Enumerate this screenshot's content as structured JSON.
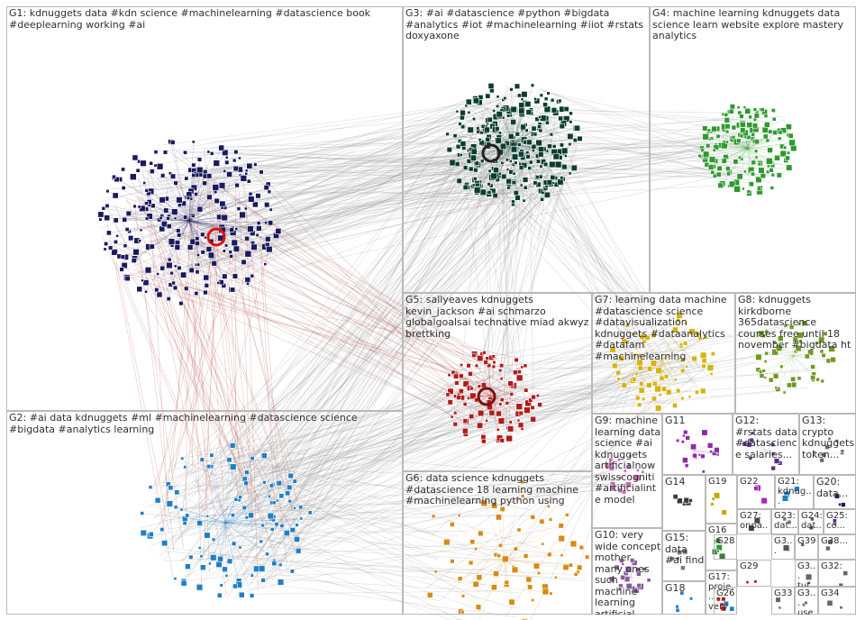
{
  "groups": [
    {
      "id": "G1",
      "label": "G1: kdnuggets data #kdn science #machinelearning #datascience book #deeplearning working #ai",
      "color": "#1a1a5e"
    },
    {
      "id": "G2",
      "label": "G2: #ai data kdnuggets #ml #machinelearning #datascience science #bigdata #analytics learning",
      "color": "#1f7fc7"
    },
    {
      "id": "G3",
      "label": "G3: #ai #datascience #python #bigdata #analytics #iot #machinelearning #iiot #rstats doxyaxone",
      "color": "#0c3d2e"
    },
    {
      "id": "G4",
      "label": "G4: machine learning kdnuggets data science learn website explore mastery analytics",
      "color": "#2e9a2e"
    },
    {
      "id": "G5",
      "label": "G5: sallyeaves kdnuggets kevin_jackson #ai schmarzo globalgoalsai technative miad akwyz brettking",
      "color": "#b01c1c"
    },
    {
      "id": "G6",
      "label": "G6: data science kdnuggets #datascience 18 learning machine #machinelearning python using",
      "color": "#d88a12"
    },
    {
      "id": "G7",
      "label": "G7: learning data machine #datascience science #datavisualization kdnuggets #dataanalytics #datafam #machinelearning",
      "color": "#d6b411"
    },
    {
      "id": "G8",
      "label": "G8: kdnuggets kirkdborne 365datascience courses free until 18 november #bigdata ht",
      "color": "#6e9a22"
    },
    {
      "id": "G9",
      "label": "G9: machine learning data science #ai kdnuggets artificialnow swisscogniti #artificialinte model",
      "color": "#c86bb0"
    },
    {
      "id": "G10",
      "label": "G10: very wide concept mother many ones such machine learning artificial",
      "color": "#8a5a9c"
    },
    {
      "id": "G11",
      "label": "G11",
      "color": "#8d2aa8"
    },
    {
      "id": "G12",
      "label": "G12: #rstats data #datascience salaries...",
      "color": "#5a2c8a"
    },
    {
      "id": "G13",
      "label": "G13: crypto kdnuggets token...",
      "color": "#6b6b6b"
    },
    {
      "id": "G14",
      "label": "G14",
      "color": "#3b3b3b"
    },
    {
      "id": "G15",
      "label": "G15: data #ai find",
      "color": "#7a7a7a"
    },
    {
      "id": "G16",
      "label": "G16",
      "color": "#3f7a3f"
    },
    {
      "id": "G17",
      "label": "G17: proje... very",
      "color": "#b01c1c"
    },
    {
      "id": "G18",
      "label": "G18",
      "color": "#1f7fc7"
    },
    {
      "id": "G19",
      "label": "G19",
      "color": "#c9a400"
    },
    {
      "id": "G20",
      "label": "G20: data...",
      "color": "#1a1a5e"
    },
    {
      "id": "G21",
      "label": "G21: kdnug...",
      "color": "#1f7fc7"
    },
    {
      "id": "G22",
      "label": "G22",
      "color": "#a22dbb"
    },
    {
      "id": "G23",
      "label": "G23: dat...",
      "color": "#777777"
    },
    {
      "id": "G24",
      "label": "G24: dat...",
      "color": "#555555"
    },
    {
      "id": "G25",
      "label": "G25: co...",
      "color": "#5a2c8a"
    },
    {
      "id": "G26",
      "label": "G26",
      "color": "#1f7fc7"
    },
    {
      "id": "G27",
      "label": "G27: onpa...",
      "color": "#444444"
    },
    {
      "id": "G28",
      "label": "G28",
      "color": "#2e9a2e"
    },
    {
      "id": "G29",
      "label": "G29",
      "color": "#b01c1c"
    },
    {
      "id": "G30",
      "label": "G3...",
      "color": "#555555"
    },
    {
      "id": "G31",
      "label": "G3... tut...",
      "color": "#666666"
    },
    {
      "id": "G32",
      "label": "G32:",
      "color": "#666666"
    },
    {
      "id": "G33",
      "label": "G33",
      "color": "#666666"
    },
    {
      "id": "G34",
      "label": "G34",
      "color": "#666666"
    },
    {
      "id": "G35",
      "label": "G3... use",
      "color": "#666666"
    },
    {
      "id": "G38",
      "label": "G38...",
      "color": "#666666"
    },
    {
      "id": "G39",
      "label": "G39",
      "color": "#666666"
    }
  ],
  "colors": {
    "edge": "#8c8c8c",
    "edge_highlight": "#b23a3a",
    "node_border": "#ffffff",
    "box_border": "#b9b9b9"
  }
}
